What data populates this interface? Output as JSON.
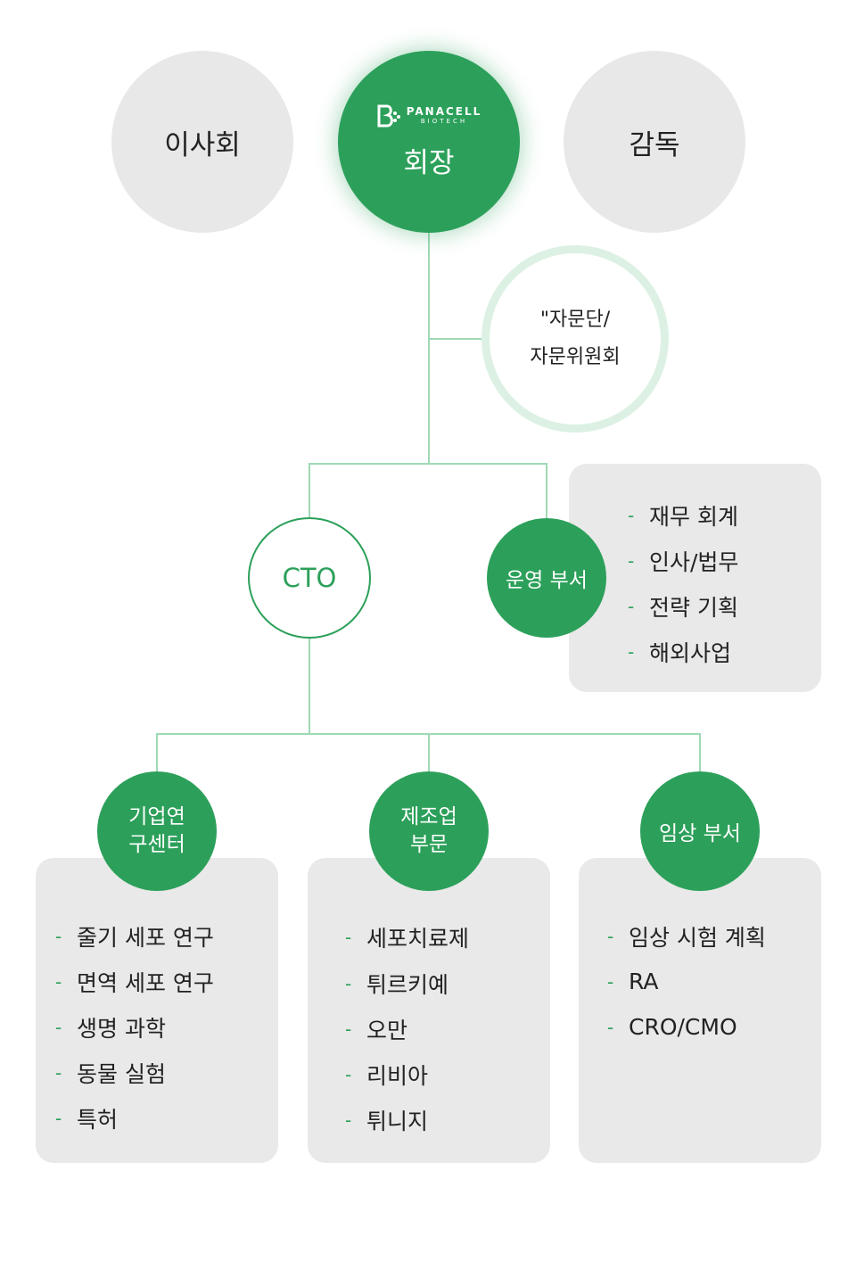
{
  "top": {
    "board": "이사회",
    "chairman_logo_main": "PANACELL",
    "chairman_logo_sub": "BIOTECH",
    "chairman": "회장",
    "audit": "감독"
  },
  "advisory": {
    "line1": "\"자문단/",
    "line2": "자문위원회"
  },
  "cto": "CTO",
  "operations": {
    "label": "운영 부서",
    "items": [
      "재무 회계",
      "인사/법무",
      "전략 기획",
      "해외사업"
    ]
  },
  "departments": [
    {
      "label_line1": "기업연",
      "label_line2": "구센터",
      "items": [
        "줄기 세포 연구",
        "면역 세포 연구",
        "생명 과학",
        "동물 실험",
        "특허"
      ]
    },
    {
      "label_line1": "제조업",
      "label_line2": "부문",
      "items": [
        "세포치료제",
        "튀르키예",
        "오만",
        "리비아",
        "튀니지"
      ]
    },
    {
      "label_line1": "임상 부서",
      "items": [
        "임상 시험 계획",
        "RA",
        "CRO/CMO"
      ]
    }
  ],
  "bullet": "-",
  "colors": {
    "primary_green": "#2ca05a",
    "light_green": "#9fd9b5",
    "grey": "#e8e8e8"
  }
}
